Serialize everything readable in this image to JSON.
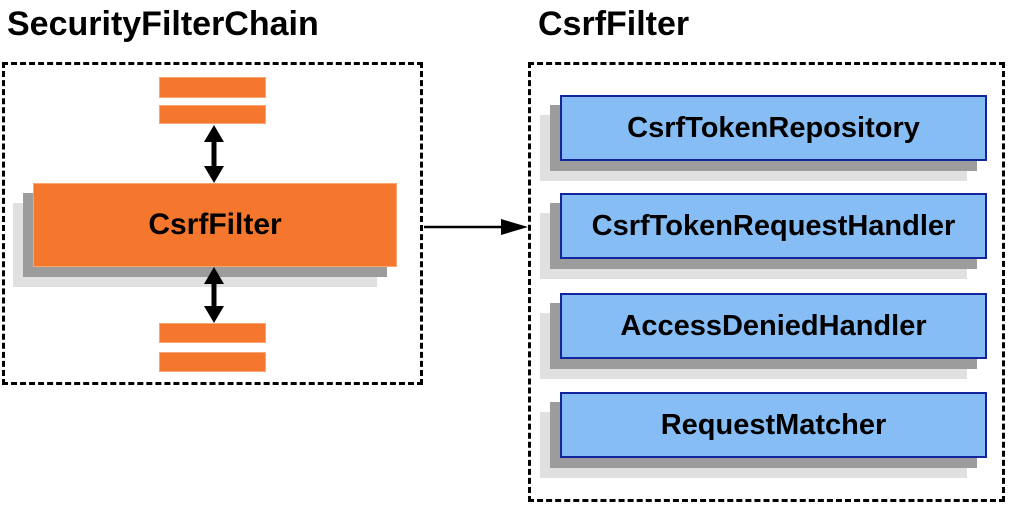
{
  "left_panel": {
    "title": "SecurityFilterChain",
    "filter_label": "CsrfFilter"
  },
  "right_panel": {
    "title": "CsrfFilter",
    "components": [
      {
        "label": "CsrfTokenRepository"
      },
      {
        "label": "CsrfTokenRequestHandler"
      },
      {
        "label": "AccessDeniedHandler"
      },
      {
        "label": "RequestMatcher"
      }
    ]
  },
  "colors": {
    "filter_orange": "#f5772e",
    "filter_orange_border": "#f9a571",
    "component_blue_fill": "#87bdf5",
    "component_blue_border": "#12259c",
    "shadow_dark": "#9c9c9c",
    "shadow_light": "#e0e0e0",
    "arrow_black": "#000000"
  }
}
